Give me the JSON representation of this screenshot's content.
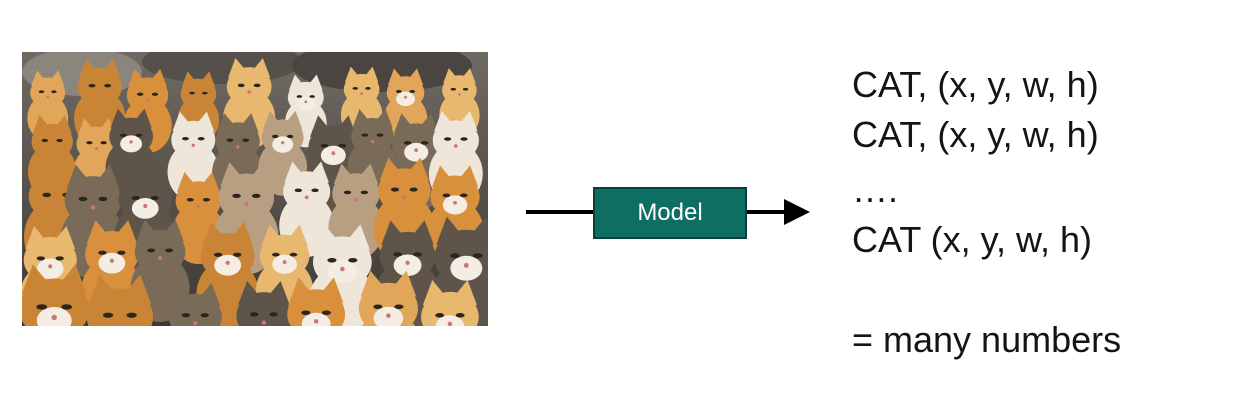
{
  "diagram": {
    "model_label": "Model",
    "colors": {
      "model_fill": "#0f6e62",
      "arrow": "#000000",
      "text": "#141414"
    },
    "image_content": "crowd-of-cats-photo",
    "output_lines": [
      "CAT, (x, y, w, h)",
      "CAT, (x, y, w, h)",
      "….",
      "CAT (x, y, w, h)"
    ],
    "summary": "= many numbers"
  }
}
